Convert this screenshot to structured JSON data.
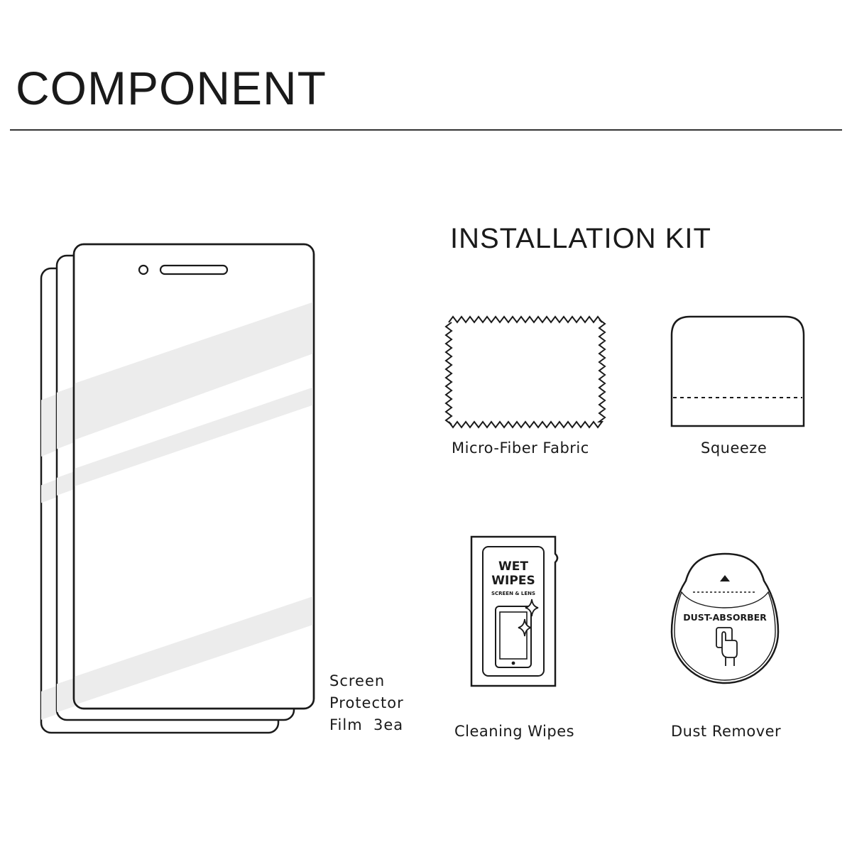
{
  "header": {
    "title": "COMPONENT"
  },
  "screen_protector": {
    "label_line1": "Screen",
    "label_line2": "Protector",
    "label_line3": "Film  3ea"
  },
  "installation_kit": {
    "title": "INSTALLATION KIT",
    "items": [
      {
        "label": "Micro-Fiber Fabric",
        "icon": "micro-fiber-fabric-icon"
      },
      {
        "label": "Squeeze",
        "icon": "squeegee-icon"
      },
      {
        "label": "Cleaning Wipes",
        "icon": "wet-wipes-icon"
      },
      {
        "label": "Dust Remover",
        "icon": "dust-absorber-icon"
      }
    ]
  },
  "wet_wipes": {
    "line1": "WET",
    "line2": "WIPES",
    "line3": "SCREEN & LENS"
  },
  "dust_remover": {
    "text": "DUST-ABSORBER"
  },
  "colors": {
    "line": "#1a1a1a",
    "highlight": "#ececec"
  }
}
